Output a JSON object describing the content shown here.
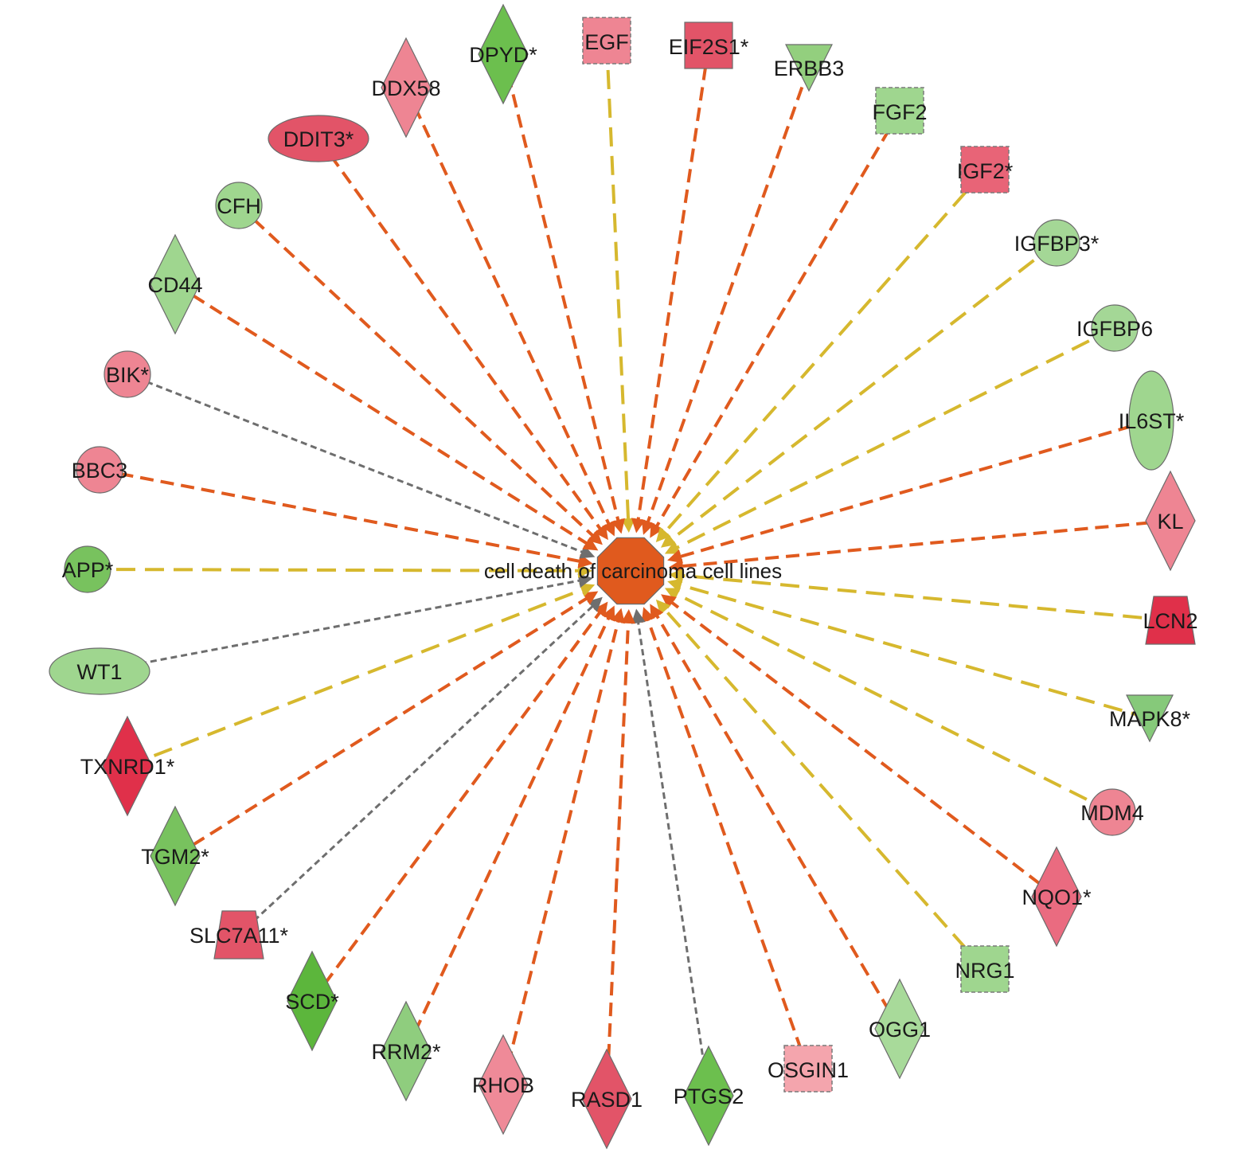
{
  "center": {
    "label": "cell death of carcinoma cell lines",
    "color": "#e05a1e"
  },
  "edge_colors": {
    "orange": "#e05a1e",
    "yellow": "#d6b82e",
    "gray": "#6e6e6e"
  },
  "nodes": [
    {
      "label": "EGF",
      "shape": "rect",
      "fill": "#ee8593",
      "edge": "yellow",
      "dashed": true
    },
    {
      "label": "EIF2S1*",
      "shape": "rect",
      "fill": "#e25468",
      "edge": "orange"
    },
    {
      "label": "ERBB3",
      "shape": "triangle-down",
      "fill": "#93cf7e",
      "edge": "orange"
    },
    {
      "label": "FGF2",
      "shape": "rect",
      "fill": "#9fd68f",
      "edge": "orange",
      "dashed": true
    },
    {
      "label": "IGF2*",
      "shape": "rect",
      "fill": "#e86477",
      "edge": "yellow",
      "dashed": true
    },
    {
      "label": "IGFBP3*",
      "shape": "circle",
      "fill": "#a4d796",
      "edge": "yellow"
    },
    {
      "label": "IGFBP6",
      "shape": "circle",
      "fill": "#a4d796",
      "edge": "yellow"
    },
    {
      "label": "IL6ST*",
      "shape": "ellipse-v",
      "fill": "#9fd68f",
      "edge": "orange"
    },
    {
      "label": "KL",
      "shape": "diamond",
      "fill": "#ee8593",
      "edge": "orange"
    },
    {
      "label": "LCN2",
      "shape": "trapezoid",
      "fill": "#e0304a",
      "edge": "yellow"
    },
    {
      "label": "MAPK8*",
      "shape": "triangle-down",
      "fill": "#86c97a",
      "edge": "yellow"
    },
    {
      "label": "MDM4",
      "shape": "circle",
      "fill": "#ee8593",
      "edge": "yellow"
    },
    {
      "label": "NQO1*",
      "shape": "diamond",
      "fill": "#ea6b80",
      "edge": "orange"
    },
    {
      "label": "NRG1",
      "shape": "rect",
      "fill": "#9fd68f",
      "edge": "yellow",
      "dashed": true
    },
    {
      "label": "OGG1",
      "shape": "diamond",
      "fill": "#a8da9a",
      "edge": "orange"
    },
    {
      "label": "OSGIN1",
      "shape": "rect",
      "fill": "#f4a5ad",
      "edge": "orange",
      "dashed": true
    },
    {
      "label": "PTGS2",
      "shape": "diamond",
      "fill": "#6cbf4e",
      "edge": "gray"
    },
    {
      "label": "RASD1",
      "shape": "diamond",
      "fill": "#e25468",
      "edge": "orange"
    },
    {
      "label": "RHOB",
      "shape": "diamond",
      "fill": "#ef8a98",
      "edge": "orange"
    },
    {
      "label": "RRM2*",
      "shape": "diamond",
      "fill": "#8fcd7e",
      "edge": "orange"
    },
    {
      "label": "SCD*",
      "shape": "diamond",
      "fill": "#5cb63c",
      "edge": "orange"
    },
    {
      "label": "SLC7A11*",
      "shape": "trapezoid",
      "fill": "#e25468",
      "edge": "gray"
    },
    {
      "label": "TGM2*",
      "shape": "diamond",
      "fill": "#78c25e",
      "edge": "orange"
    },
    {
      "label": "TXNRD1*",
      "shape": "diamond",
      "fill": "#e0304a",
      "edge": "yellow"
    },
    {
      "label": "WT1",
      "shape": "ellipse",
      "fill": "#9fd68f",
      "edge": "gray"
    },
    {
      "label": "APP*",
      "shape": "circle",
      "fill": "#78c25e",
      "edge": "yellow"
    },
    {
      "label": "BBC3",
      "shape": "circle",
      "fill": "#ee8593",
      "edge": "orange"
    },
    {
      "label": "BIK*",
      "shape": "circle",
      "fill": "#ee8593",
      "edge": "gray"
    },
    {
      "label": "CD44",
      "shape": "diamond",
      "fill": "#9fd68f",
      "edge": "orange"
    },
    {
      "label": "CFH",
      "shape": "circle",
      "fill": "#9fd68f",
      "edge": "orange"
    },
    {
      "label": "DDIT3*",
      "shape": "ellipse",
      "fill": "#e25468",
      "edge": "orange"
    },
    {
      "label": "DDX58",
      "shape": "diamond",
      "fill": "#ee8593",
      "edge": "orange"
    },
    {
      "label": "DPYD*",
      "shape": "diamond",
      "fill": "#6cbf4e",
      "edge": "orange"
    }
  ]
}
